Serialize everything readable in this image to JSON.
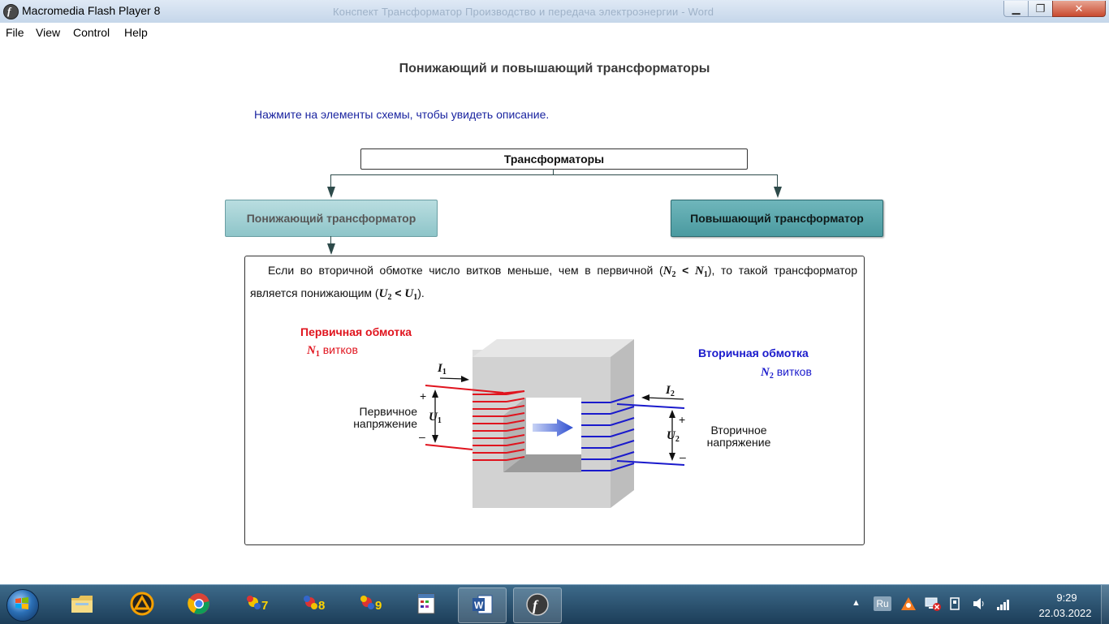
{
  "window": {
    "title": "Macromedia Flash Player 8",
    "background_window_title": "Конспект  Трансформатор  Производство и передача электроэнергии - Word",
    "minimize_glyph": "▁",
    "maximize_glyph": "❐",
    "close_glyph": "✕"
  },
  "menu": {
    "file": "File",
    "view": "View",
    "control": "Control",
    "help": "Help"
  },
  "content": {
    "title": "Понижающий и повышающий трансформаторы",
    "instruction": "Нажмите на элементы схемы, чтобы увидеть описание.",
    "root_box": "Трансформаторы",
    "step_down_button": "Понижающий трансформатор",
    "step_up_button": "Повышающий трансформатор",
    "description": {
      "part1": "Если во вторичной обмотке число витков меньше, чем в первичной (",
      "n_symbol": "N",
      "sub2": "2",
      "less": " < ",
      "sub1": "1",
      "part2": "), то такой трансформатор является понижающим (",
      "u_symbol": "U",
      "part3": ")."
    }
  },
  "diagram": {
    "primary_title": "Первичная обмотка",
    "primary_turns_symbol": "N",
    "primary_turns_sub": "1",
    "primary_turns_word": "витков",
    "secondary_title": "Вторичная обмотка",
    "secondary_turns_symbol": "N",
    "secondary_turns_sub": "2",
    "secondary_turns_word": "витков",
    "primary_voltage_line1": "Первичное",
    "primary_voltage_line2": "напряжение",
    "secondary_voltage_line1": "Вторичное",
    "secondary_voltage_line2": "напряжение",
    "i1": "I",
    "i1_sub": "1",
    "i2": "I",
    "i2_sub": "2",
    "u1": "U",
    "u1_sub": "1",
    "u2": "U",
    "u2_sub": "2",
    "plus": "+",
    "minus": "–",
    "colors": {
      "primary": "#e0141e",
      "secondary": "#1a1acc",
      "core": "#cfcfcf"
    }
  },
  "taskbar": {
    "language": "Ru",
    "time": "9:29",
    "date": "22.03.2022",
    "show_hidden_icons_glyph": "▲",
    "pinned": [
      {
        "name": "file-explorer"
      },
      {
        "name": "aimp"
      },
      {
        "name": "chrome"
      },
      {
        "name": "chemistry-7"
      },
      {
        "name": "chemistry-8"
      },
      {
        "name": "chemistry-9"
      },
      {
        "name": "calendar-app"
      },
      {
        "name": "word"
      },
      {
        "name": "flash-player"
      }
    ],
    "badge_7": "7",
    "badge_8": "8",
    "badge_9": "9"
  }
}
